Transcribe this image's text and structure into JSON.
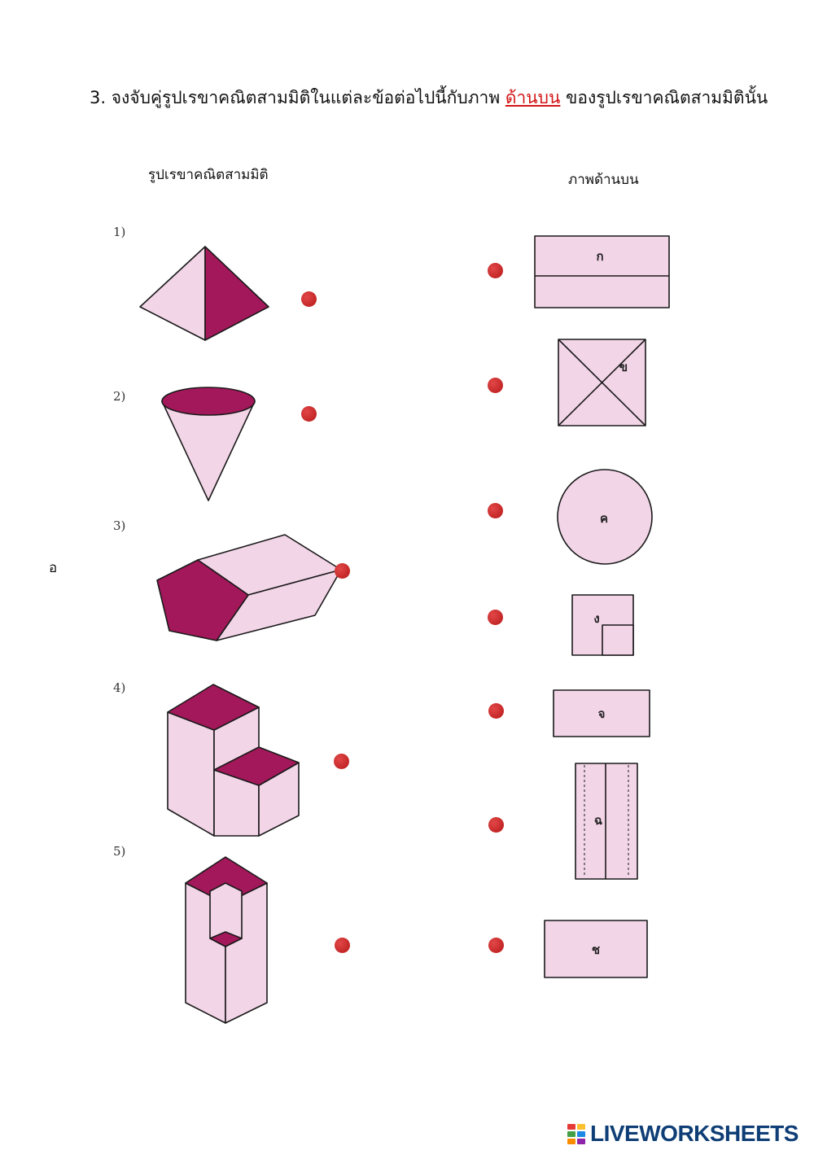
{
  "title": {
    "prefix": "3. จงจับคู่รูปเรขาคณิตสามมิติในแต่ละข้อต่อไปนี้กับภาพ ",
    "highlight": "ด้านบน",
    "suffix": " ของรูปเรขาคณิตสามมิตินั้น"
  },
  "columns": {
    "left": "รูปเรขาคณิตสามมิติ",
    "right": "ภาพด้านบน"
  },
  "left_items": [
    {
      "number": "1)",
      "shape": "pyramid"
    },
    {
      "number": "2)",
      "shape": "cone"
    },
    {
      "number": "3)",
      "shape": "pentagonal-prism"
    },
    {
      "number": "4)",
      "shape": "l-shaped-block"
    },
    {
      "number": "5)",
      "shape": "hollow-column"
    }
  ],
  "right_items": [
    {
      "label": "ก",
      "shape": "rectangle-with-line"
    },
    {
      "label": "ข",
      "shape": "square-with-diagonals"
    },
    {
      "label": "ค",
      "shape": "circle"
    },
    {
      "label": "ง",
      "shape": "square-with-inner-square"
    },
    {
      "label": "จ",
      "shape": "plain-rectangle"
    },
    {
      "label": "ฉ",
      "shape": "tall-rectangle-with-lines"
    },
    {
      "label": "ช",
      "shape": "wide-rectangle"
    }
  ],
  "stray_char": "อ",
  "branding": {
    "text": "LIVEWORKSHEETS"
  },
  "colors": {
    "light_fill": "#f3d5e8",
    "dark_fill": "#a3185a",
    "dot": "#c42424",
    "highlight": "#d41414",
    "brand": "#0e3e75"
  }
}
